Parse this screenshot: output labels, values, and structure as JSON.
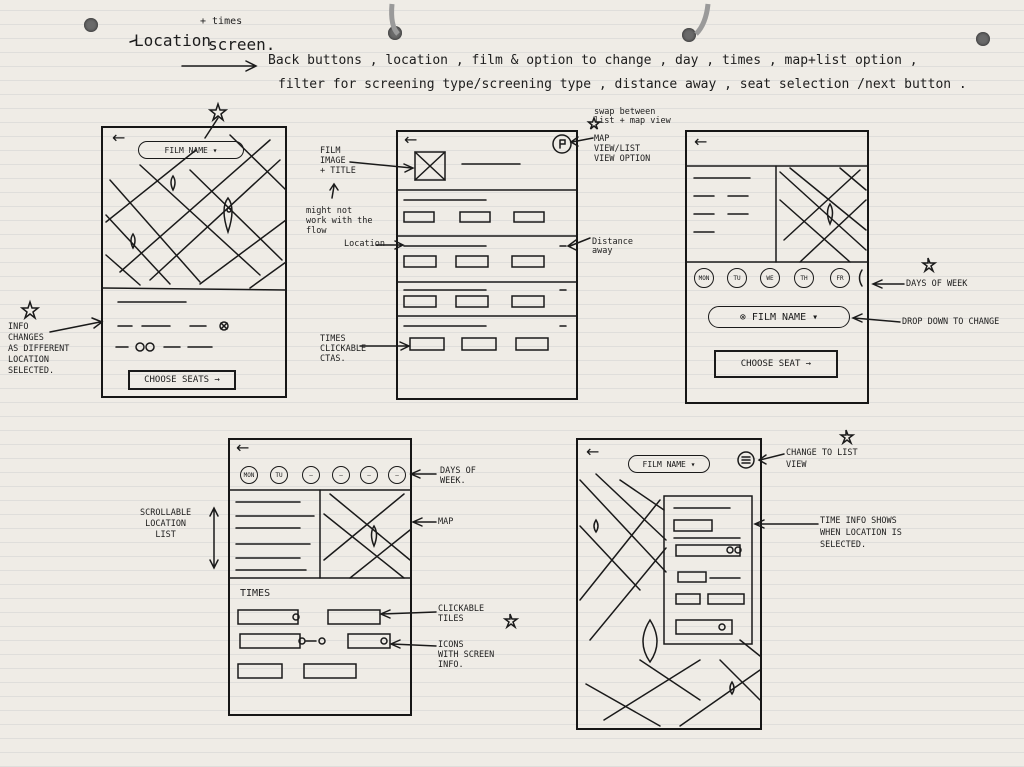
{
  "header": {
    "title_word1": "Location",
    "title_plus": "+ times",
    "title_word2": "screen.",
    "requirements_line1": "Back buttons , location , film & option to change , day , times , map+list option ,",
    "requirements_line2": "filter for screening type/screening type , distance away , seat selection /next button ."
  },
  "sketch1": {
    "film_pill": "FILM NAME",
    "choose_btn": "CHOOSE SEATS",
    "note": [
      "INFO",
      "CHANGES",
      "AS DIFFERENT",
      "LOCATION",
      "SELECTED."
    ]
  },
  "sketch2": {
    "note_film": [
      "FILM",
      "IMAGE",
      "+ TITLE"
    ],
    "note_might": [
      "might not",
      "work with the",
      "flow"
    ],
    "note_location": "Location",
    "note_times": [
      "TIMES",
      "CLICKABLE",
      "CTAS."
    ],
    "note_swap": [
      "swap between",
      "list + map view"
    ],
    "note_map": [
      "MAP",
      "VIEW/LIST",
      "VIEW OPTION"
    ],
    "note_distance": [
      "Distance",
      "away"
    ]
  },
  "sketch3": {
    "days": [
      "MON",
      "TU",
      "WE",
      "TH",
      "FR"
    ],
    "film_pill": "FILM NAME",
    "choose_btn": "CHOOSE SEAT",
    "note_days": "DAYS OF WEEK",
    "note_dropdown": "DROP DOWN TO CHANGE"
  },
  "sketch4": {
    "days": [
      "MON",
      "TU",
      "",
      "",
      "",
      ""
    ],
    "times_label": "TIMES",
    "note_days": [
      "DAYS OF",
      "WEEK."
    ],
    "note_map": "MAP",
    "note_scroll": [
      "SCROLLABLE",
      "LOCATION",
      "LIST"
    ],
    "note_clickable": [
      "CLICKABLE",
      "TILES"
    ],
    "note_icons": [
      "ICONS",
      "WITH SCREEN",
      "INFO."
    ]
  },
  "sketch5": {
    "film_pill": "FILM NAME",
    "note_change": [
      "CHANGE TO LIST",
      "VIEW"
    ],
    "note_time": [
      "TIME INFO SHOWS",
      "WHEN LOCATION IS",
      "SELECTED."
    ]
  },
  "colors": {
    "paper": "#efece6",
    "ink": "#1a1a1a"
  }
}
